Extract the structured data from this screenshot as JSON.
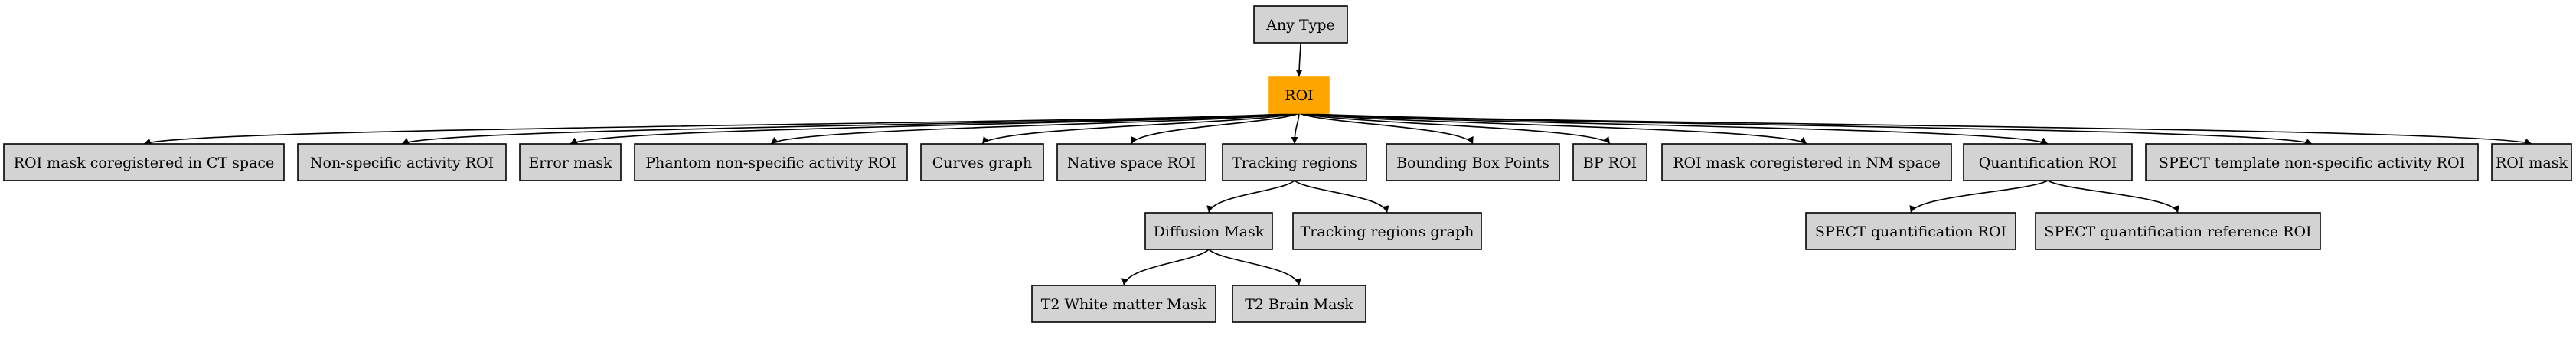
{
  "colors": {
    "node_fill": "#d3d3d3",
    "node_stroke": "#000000",
    "highlight_fill": "#ffa500",
    "highlight_stroke": "#ffa500",
    "edge": "#000000",
    "background": "#ffffff"
  },
  "nodes": [
    {
      "id": "any-type",
      "label": "Any Type"
    },
    {
      "id": "roi",
      "label": "ROI",
      "highlight": true
    },
    {
      "id": "roi-mask-ct",
      "label": "ROI mask coregistered in CT space"
    },
    {
      "id": "non-specific-roi",
      "label": "Non-specific activity ROI"
    },
    {
      "id": "error-mask",
      "label": "Error mask"
    },
    {
      "id": "phantom-roi",
      "label": "Phantom non-specific activity ROI"
    },
    {
      "id": "curves-graph",
      "label": "Curves graph"
    },
    {
      "id": "native-roi",
      "label": "Native space ROI"
    },
    {
      "id": "tracking-regions",
      "label": "Tracking regions"
    },
    {
      "id": "bbox-points",
      "label": "Bounding Box Points"
    },
    {
      "id": "bp-roi",
      "label": "BP ROI"
    },
    {
      "id": "roi-mask-nm",
      "label": "ROI mask coregistered in NM space"
    },
    {
      "id": "quant-roi",
      "label": "Quantification ROI"
    },
    {
      "id": "spect-template-roi",
      "label": "SPECT template non-specific activity ROI"
    },
    {
      "id": "roi-mask",
      "label": "ROI mask"
    },
    {
      "id": "diffusion-mask",
      "label": "Diffusion Mask"
    },
    {
      "id": "tracking-graph",
      "label": "Tracking regions graph"
    },
    {
      "id": "spect-quant-roi",
      "label": "SPECT quantification ROI"
    },
    {
      "id": "spect-quant-ref-roi",
      "label": "SPECT quantification reference ROI"
    },
    {
      "id": "t2-white",
      "label": "T2 White matter Mask"
    },
    {
      "id": "t2-brain",
      "label": "T2 Brain Mask"
    }
  ],
  "edges": [
    [
      "any-type",
      "roi"
    ],
    [
      "roi",
      "roi-mask-ct"
    ],
    [
      "roi",
      "non-specific-roi"
    ],
    [
      "roi",
      "error-mask"
    ],
    [
      "roi",
      "phantom-roi"
    ],
    [
      "roi",
      "curves-graph"
    ],
    [
      "roi",
      "native-roi"
    ],
    [
      "roi",
      "tracking-regions"
    ],
    [
      "roi",
      "bbox-points"
    ],
    [
      "roi",
      "bp-roi"
    ],
    [
      "roi",
      "roi-mask-nm"
    ],
    [
      "roi",
      "quant-roi"
    ],
    [
      "roi",
      "spect-template-roi"
    ],
    [
      "roi",
      "roi-mask"
    ],
    [
      "tracking-regions",
      "diffusion-mask"
    ],
    [
      "tracking-regions",
      "tracking-graph"
    ],
    [
      "quant-roi",
      "spect-quant-roi"
    ],
    [
      "quant-roi",
      "spect-quant-ref-roi"
    ],
    [
      "diffusion-mask",
      "t2-white"
    ],
    [
      "diffusion-mask",
      "t2-brain"
    ]
  ]
}
